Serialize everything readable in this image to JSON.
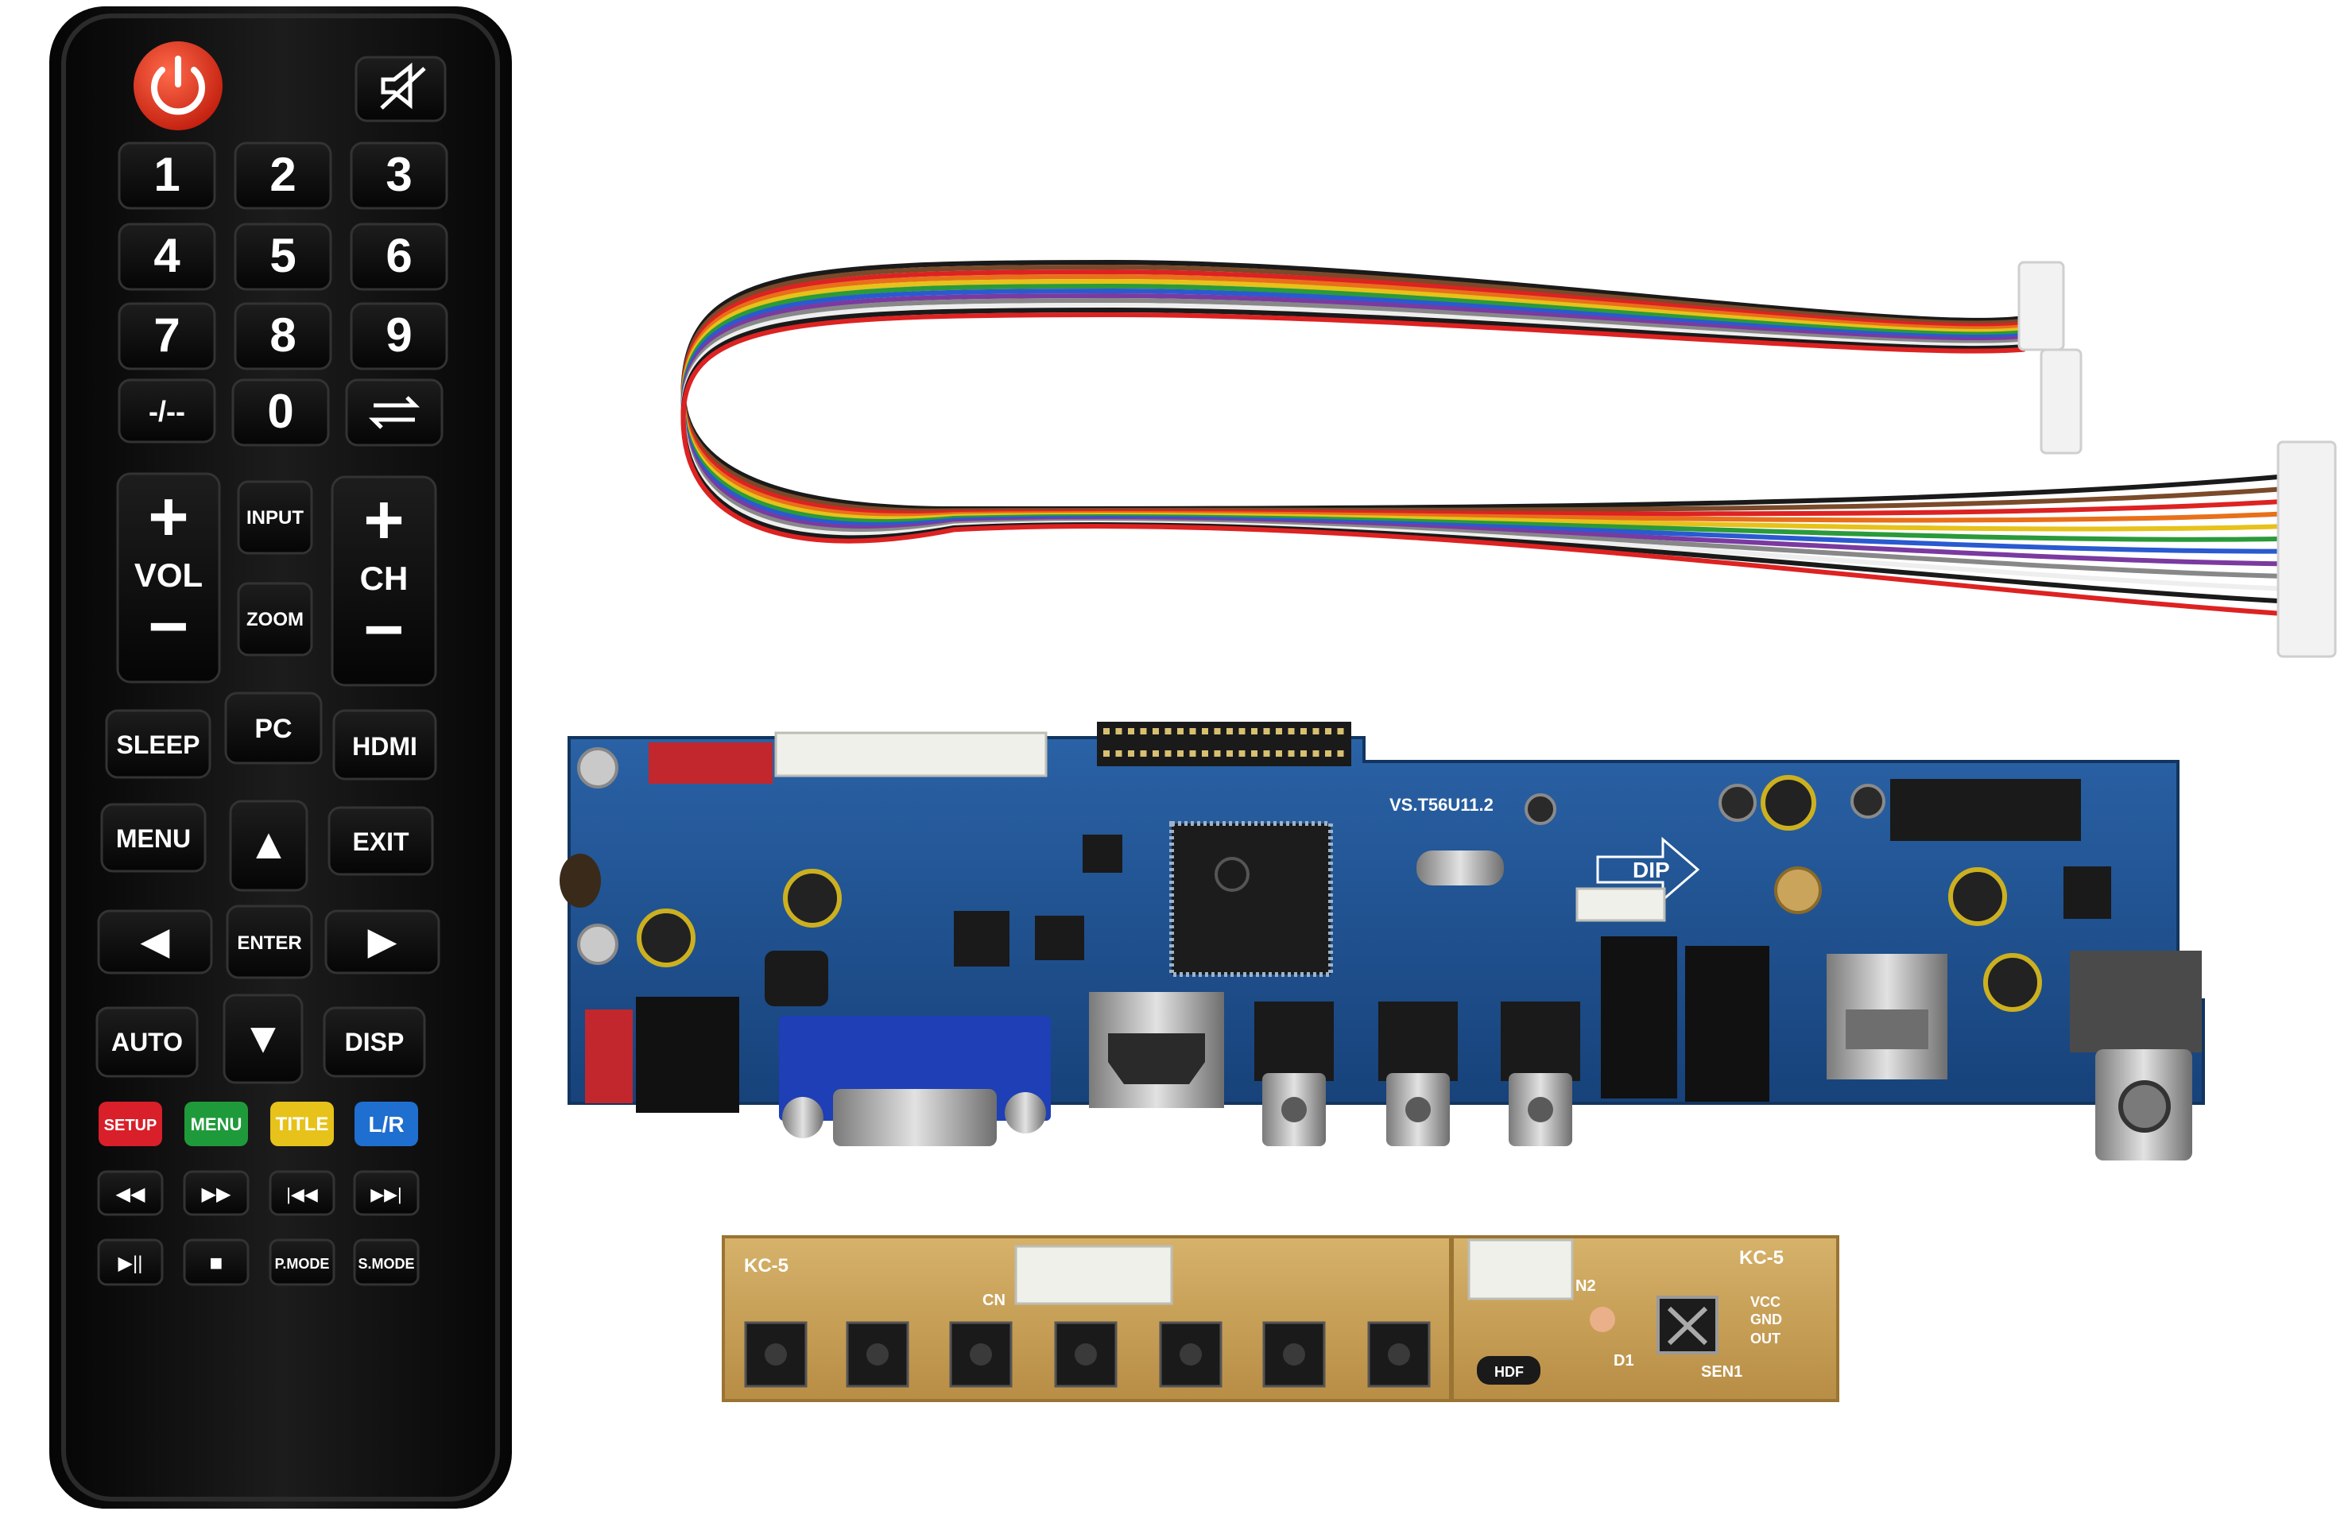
{
  "colors": {
    "background": "#ffffff",
    "remote_body": "#141414",
    "remote_button": "#0b0b0b",
    "power_button": "#e8321e",
    "setup_key": "#d81f2a",
    "menu_key": "#1f9a3a",
    "title_key": "#e6c21a",
    "lr_key": "#1f6fd0",
    "pcb_blue": "#1d4f8e",
    "keypad_pcb": "#c9a35a",
    "vga_blue": "#1e3fb5"
  },
  "icons": {
    "power": "power-icon",
    "mute": "mute-icon",
    "cycle": "cycle-icon",
    "rewind": "rewind-icon",
    "fast_forward": "fast-forward-icon",
    "previous": "skip-previous-icon",
    "next": "skip-next-icon",
    "play_pause": "play-pause-icon",
    "stop": "stop-icon"
  },
  "remote": {
    "digits": [
      "1",
      "2",
      "3",
      "4",
      "5",
      "6",
      "7",
      "8",
      "9"
    ],
    "dash_label": "-/--",
    "zero_label": "0",
    "plus_glyph": "+",
    "minus_glyph": "−",
    "vol_label": "VOL",
    "ch_label": "CH",
    "input_label": "INPUT",
    "zoom_label": "ZOOM",
    "sleep_label": "SLEEP",
    "pc_label": "PC",
    "hdmi_label": "HDMI",
    "menu_label": "MENU",
    "exit_label": "EXIT",
    "up_glyph": "▲",
    "down_glyph": "▼",
    "left_glyph": "◀",
    "right_glyph": "▶",
    "enter_label": "ENTER",
    "auto_label": "AUTO",
    "disp_label": "DISP",
    "setup_label": "SETUP",
    "color_menu_label": "MENU",
    "title_label": "TITLE",
    "lr_label": "L/R",
    "rewind_glyph": "◀◀",
    "ff_glyph": "▶▶",
    "prev_glyph": "|◀◀",
    "next_glyph": "▶▶|",
    "playpause_glyph": "▶||",
    "stop_glyph": "■",
    "pmode_label": "P.MODE",
    "smode_label": "S.MODE"
  },
  "board": {
    "model": "VS.T56U11.2",
    "dip_label": "DIP"
  },
  "keypad": {
    "label_left": "KC-5",
    "label_right": "KC-5",
    "cn_label": "CN",
    "n2_label": "N2",
    "d1_label": "D1",
    "sen1_label": "SEN1",
    "vcc_label": "VCC",
    "gnd_label": "GND",
    "out_label": "OUT",
    "hdf_label": "HDF"
  }
}
